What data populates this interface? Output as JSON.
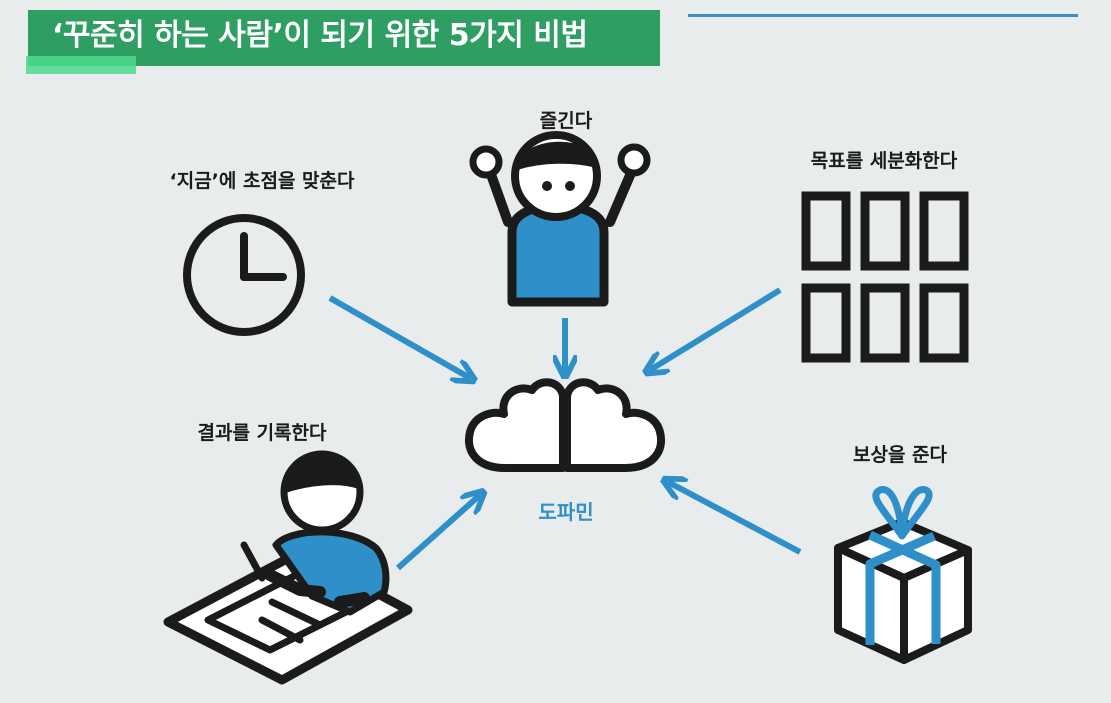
{
  "header": {
    "title": "‘꾸준히 하는 사람’이 되기 위한 5가지 비법"
  },
  "center": {
    "label": "도파민",
    "icon": "brain-icon"
  },
  "items": [
    {
      "label": "즐긴다",
      "icon": "cheering-person-icon"
    },
    {
      "label": "‘지금’에 초점을 맞춘다",
      "icon": "clock-icon"
    },
    {
      "label": "목표를 세분화한다",
      "icon": "grid-blocks-icon"
    },
    {
      "label": "결과를 기록한다",
      "icon": "writing-person-icon"
    },
    {
      "label": "보상을 준다",
      "icon": "gift-box-icon"
    }
  ],
  "colors": {
    "accent": "#2f8fc8",
    "title_bg": "#2e9e63",
    "highlight": "#4cdb8e",
    "ink": "#1b1b1b",
    "background": "#e9ecec"
  }
}
